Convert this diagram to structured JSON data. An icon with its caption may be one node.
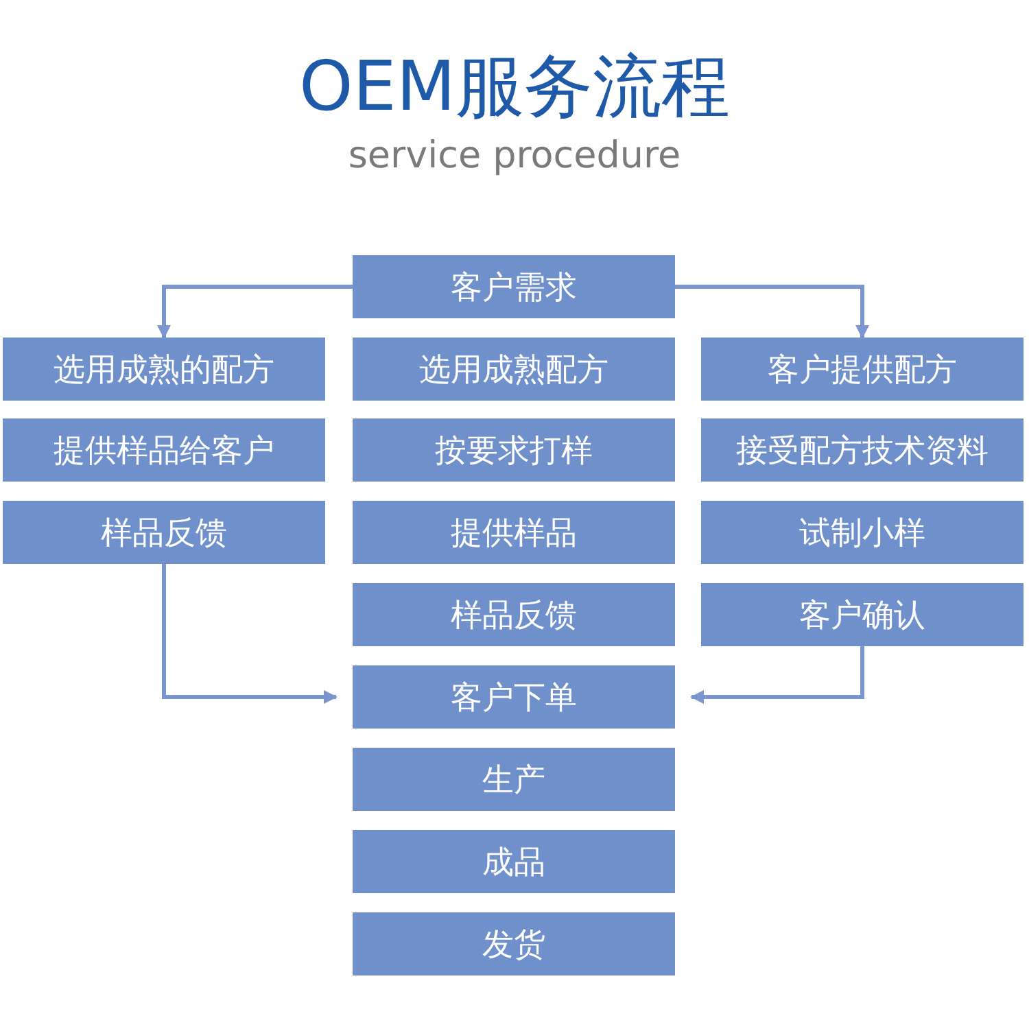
{
  "diagram": {
    "title": "OEM服务流程",
    "caption": "service procedure",
    "nodes": [
      {
        "text": [
          "客户需求"
        ]
      },
      {
        "text": [
          "选用成熟的配方"
        ]
      },
      {
        "text": [
          "选用成熟配方"
        ]
      },
      {
        "text": [
          "客户提供配方"
        ]
      },
      {
        "text": [
          "提供样品给客户"
        ]
      },
      {
        "text": [
          "按要求打样"
        ]
      },
      {
        "text": [
          "接受配方技术资料"
        ]
      },
      {
        "text": [
          "样品反馈"
        ]
      },
      {
        "text": [
          "提供样品"
        ]
      },
      {
        "text": [
          "试制小样"
        ]
      },
      {
        "text": [
          "样品反馈"
        ]
      },
      {
        "text": [
          "客户确认"
        ]
      },
      {
        "text": [
          "客户下单"
        ]
      },
      {
        "text": [
          "生产"
        ]
      },
      {
        "text": [
          "成品"
        ]
      },
      {
        "text": [
          "发货"
        ]
      }
    ],
    "edges": [
      {
        "from": 0,
        "to": 1,
        "arrow": "to"
      },
      {
        "from": 0,
        "to": 3,
        "arrow": "to"
      },
      {
        "from": 7,
        "to": 12,
        "arrow": "to"
      },
      {
        "from": 11,
        "to": 12,
        "arrow": "to"
      }
    ]
  }
}
